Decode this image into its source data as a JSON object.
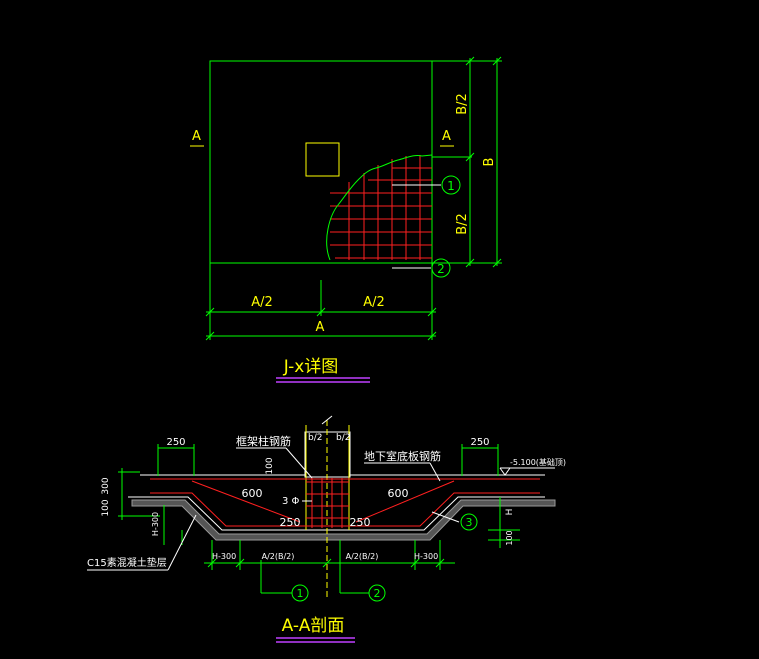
{
  "plan": {
    "section_left": "A",
    "section_right": "A",
    "dim_b_half_top": "B/2",
    "dim_b_half_bottom": "B/2",
    "dim_b": "B",
    "dim_a_half_left": "A/2",
    "dim_a_half_right": "A/2",
    "dim_a": "A",
    "marker_1": "1",
    "marker_2": "2",
    "title": "J-x详图"
  },
  "section": {
    "dim_250_left": "250",
    "dim_250_right": "250",
    "label_frame_rebar": "框架柱钢筋",
    "label_basement_rebar": "地下室底板钢筋",
    "label_b2_left": "b/2",
    "label_b2_right": "b/2",
    "label_100_top": "100",
    "elevation": "-5.100(基础顶)",
    "dim_300": "300",
    "dim_100_left": "100",
    "dim_600_left": "600",
    "dim_600_right": "600",
    "label_3phi": "3 Φ",
    "dim_250_bl": "250",
    "dim_250_br": "250",
    "label_h300_left_v": "H-300",
    "label_h_right": "H",
    "label_100_right": "100",
    "marker_3": "3",
    "label_h300_left": "H-300",
    "label_a2b2_left": "A/2(B/2)",
    "label_a2b2_right": "A/2(B/2)",
    "label_h300_right": "H-300",
    "label_c15": "C15素混凝土垫层",
    "marker_1": "1",
    "marker_2": "2",
    "title": "A-A剖面"
  }
}
